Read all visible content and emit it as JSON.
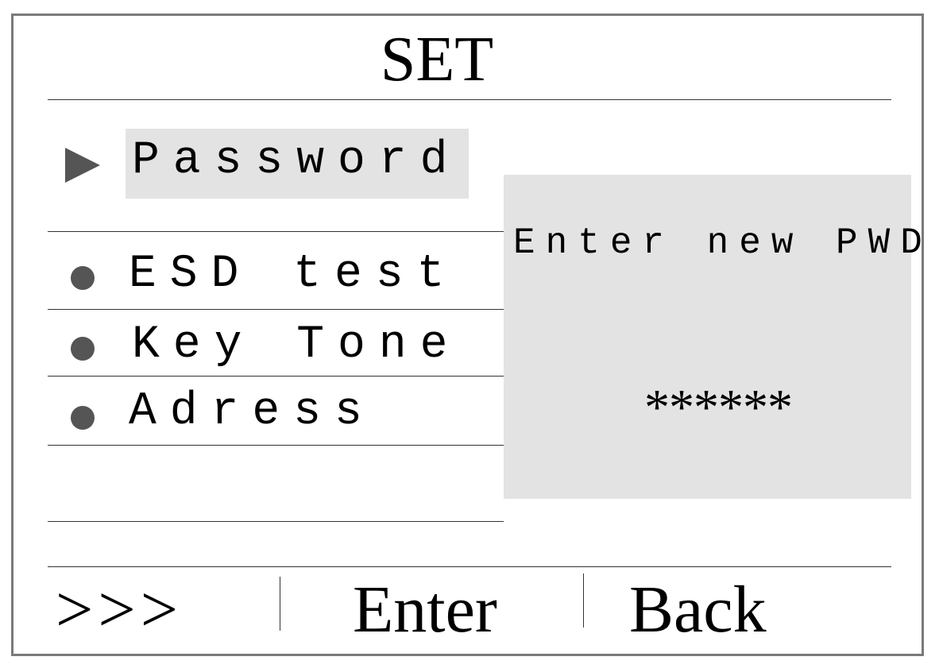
{
  "screen": {
    "title": "SET"
  },
  "menu": {
    "items": [
      {
        "label": "Password",
        "selected": true
      },
      {
        "label": "ESD test",
        "selected": false
      },
      {
        "label": "Key Tone",
        "selected": false
      },
      {
        "label": "Adress",
        "selected": false
      }
    ]
  },
  "dialog": {
    "message": "Enter new PWD",
    "value": "******"
  },
  "softkeys": {
    "more": ">>>",
    "enter": "Enter",
    "back": "Back"
  },
  "colors": {
    "highlight": "#e3e3e3",
    "marker": "#555555",
    "frame": "#7a7a7a"
  }
}
